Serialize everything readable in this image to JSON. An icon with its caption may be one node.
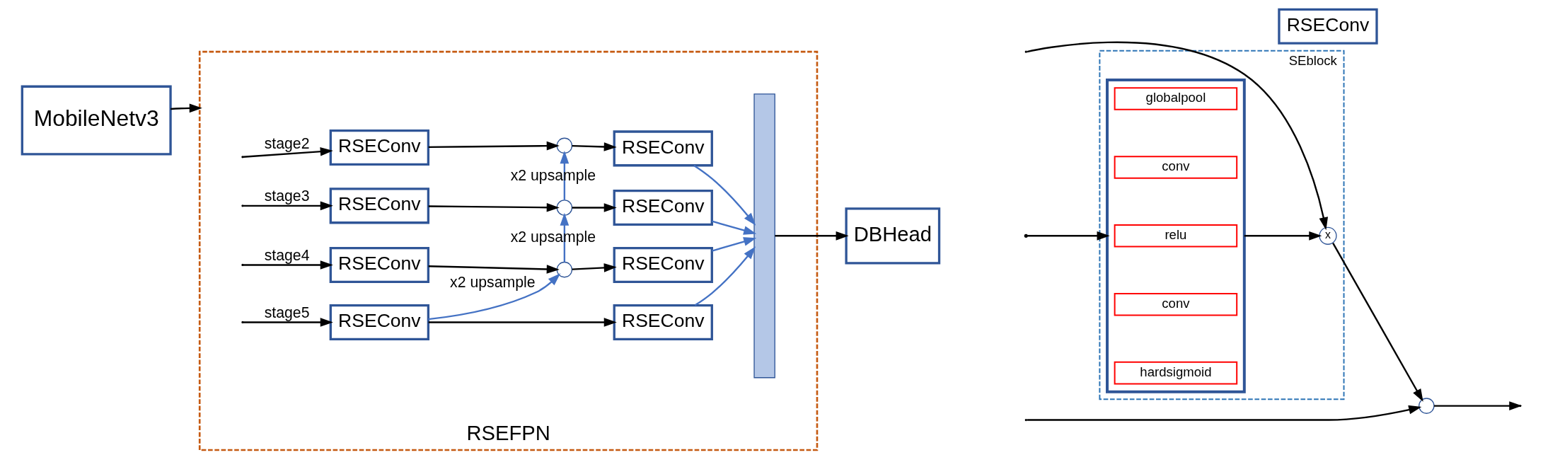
{
  "diagram": {
    "nodes": [
      {
        "text": [
          "MobileNetv3"
        ]
      },
      {
        "text": [
          "RSEFPN"
        ]
      },
      {
        "text": [
          "RSEConv"
        ],
        "in": 1
      },
      {
        "text": [
          "RSEConv"
        ],
        "in": 1
      },
      {
        "text": [
          "RSEConv"
        ],
        "in": 1
      },
      {
        "text": [
          "RSEConv"
        ],
        "in": 1
      },
      {
        "text": [],
        "shape": "circle",
        "in": 1
      },
      {
        "text": [],
        "shape": "circle",
        "in": 1
      },
      {
        "text": [],
        "shape": "circle",
        "in": 1
      },
      {
        "text": [
          "RSEConv"
        ],
        "in": 1
      },
      {
        "text": [
          "RSEConv"
        ],
        "in": 1
      },
      {
        "text": [
          "RSEConv"
        ],
        "in": 1
      },
      {
        "text": [
          "RSEConv"
        ],
        "in": 1
      },
      {
        "text": [],
        "shape": "bar",
        "in": 1
      },
      {
        "text": [
          "DBHead"
        ]
      },
      {
        "text": [
          "SEblock"
        ]
      },
      {
        "text": [],
        "shape": "box",
        "in": 15
      },
      {
        "text": [
          "globalpool"
        ],
        "in": 16
      },
      {
        "text": [
          "conv"
        ],
        "in": 16
      },
      {
        "text": [
          "relu"
        ],
        "in": 16
      },
      {
        "text": [
          "conv"
        ],
        "in": 16
      },
      {
        "text": [
          "hardsigmoid"
        ],
        "in": 16
      },
      {
        "text": [
          "x"
        ],
        "in": 15
      },
      {
        "text": [],
        "shape": "circle"
      },
      {
        "text": [
          "RSEConv"
        ]
      }
    ],
    "edges": [
      {
        "from": 0,
        "to": 1,
        "arrow": "to"
      },
      {
        "from": null,
        "to": 2,
        "arrow": "to",
        "label": "stage2"
      },
      {
        "from": null,
        "to": 3,
        "arrow": "to",
        "label": "stage3"
      },
      {
        "from": null,
        "to": 4,
        "arrow": "to",
        "label": "stage4"
      },
      {
        "from": null,
        "to": 5,
        "arrow": "to",
        "label": "stage5"
      },
      {
        "from": 2,
        "to": 6,
        "arrow": "to"
      },
      {
        "from": 3,
        "to": 7,
        "arrow": "to"
      },
      {
        "from": 4,
        "to": 8,
        "arrow": "to"
      },
      {
        "from": 6,
        "to": 9,
        "arrow": "to"
      },
      {
        "from": 7,
        "to": 10,
        "arrow": "to"
      },
      {
        "from": 8,
        "to": 11,
        "arrow": "to"
      },
      {
        "from": 5,
        "to": 12,
        "arrow": "to"
      },
      {
        "from": 5,
        "to": 8,
        "arrow": "to",
        "label": "x2 upsample",
        "color": "#4472c4"
      },
      {
        "from": 8,
        "to": 7,
        "arrow": "to",
        "label": "x2 upsample",
        "color": "#4472c4"
      },
      {
        "from": 7,
        "to": 6,
        "arrow": "to",
        "label": "x2 upsample",
        "color": "#4472c4"
      },
      {
        "from": 9,
        "to": 13,
        "arrow": "to",
        "color": "#4472c4"
      },
      {
        "from": 10,
        "to": 13,
        "arrow": "to",
        "color": "#4472c4"
      },
      {
        "from": 11,
        "to": 13,
        "arrow": "to",
        "color": "#4472c4"
      },
      {
        "from": 12,
        "to": 13,
        "arrow": "to",
        "color": "#4472c4"
      },
      {
        "from": 13,
        "to": 14,
        "arrow": "to"
      },
      {
        "from": null,
        "to": 16,
        "arrow": "to"
      },
      {
        "from": null,
        "to": 22,
        "arrow": "to"
      },
      {
        "from": null,
        "to": 23,
        "arrow": "to"
      },
      {
        "from": 16,
        "to": 22,
        "arrow": "to"
      },
      {
        "from": 22,
        "to": 23,
        "arrow": "to"
      },
      {
        "from": 23,
        "to": null,
        "arrow": "to"
      }
    ]
  }
}
